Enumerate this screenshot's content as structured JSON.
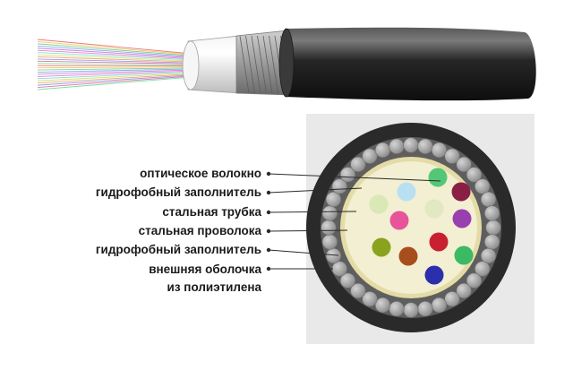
{
  "labels": [
    "оптическое волокно",
    "гидрофобный заполнитель",
    "стальная трубка",
    "стальная проволока",
    "гидрофобный заполнитель",
    "внешняя оболочка",
    "из полиэтилена"
  ],
  "colors": {
    "jacket": "#2a2a2a",
    "armor_wire": "#9a9a9a",
    "filler": "#efeccc",
    "steel_tube": "#e6dca8",
    "panel": "#e8e8e8",
    "leader": "#2b2b2b"
  },
  "fibers": [
    {
      "color": "#53c777"
    },
    {
      "color": "#b9e0f2"
    },
    {
      "color": "#8a1f45"
    },
    {
      "color": "#d9e8b4"
    },
    {
      "color": "#e2e8c2"
    },
    {
      "color": "#e8549a"
    },
    {
      "color": "#9a3fb0"
    },
    {
      "color": "#8aa31f"
    },
    {
      "color": "#a84d1c"
    },
    {
      "color": "#c9202f"
    },
    {
      "color": "#3aba63"
    },
    {
      "color": "#2b2fae"
    }
  ],
  "strand_colors": [
    "#e84a4a",
    "#f2b23c",
    "#59c46a",
    "#5b8fe0",
    "#b45ee0",
    "#e05bb0",
    "#5ed1d1",
    "#c7d94a",
    "#e08a4a",
    "#7a7ae8",
    "#d94a7a",
    "#4ad98a"
  ]
}
